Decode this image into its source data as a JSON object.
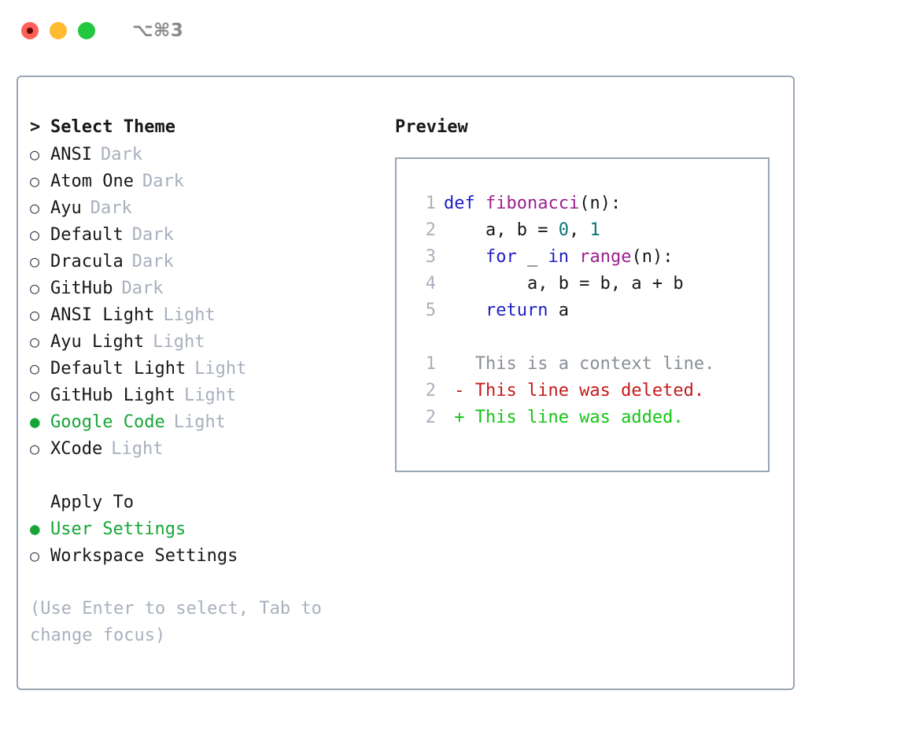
{
  "titlebar": {
    "shortcut": "⌥⌘3",
    "buttons": [
      {
        "name": "close-button",
        "color": "#ff5f57"
      },
      {
        "name": "minimize-button",
        "color": "#febc2e"
      },
      {
        "name": "maximize-button",
        "color": "#23c841"
      }
    ]
  },
  "theme_picker": {
    "caret": ">",
    "title": "Select Theme",
    "marker_selected": "●",
    "marker_unselected": "○",
    "items": [
      {
        "name": "ANSI",
        "category": "Dark",
        "selected": false
      },
      {
        "name": "Atom One",
        "category": "Dark",
        "selected": false
      },
      {
        "name": "Ayu",
        "category": "Dark",
        "selected": false
      },
      {
        "name": "Default",
        "category": "Dark",
        "selected": false
      },
      {
        "name": "Dracula",
        "category": "Dark",
        "selected": false
      },
      {
        "name": "GitHub",
        "category": "Dark",
        "selected": false
      },
      {
        "name": "ANSI Light",
        "category": "Light",
        "selected": false
      },
      {
        "name": "Ayu Light",
        "category": "Light",
        "selected": false
      },
      {
        "name": "Default Light",
        "category": "Light",
        "selected": false
      },
      {
        "name": "GitHub Light",
        "category": "Light",
        "selected": false
      },
      {
        "name": "Google Code",
        "category": "Light",
        "selected": true
      },
      {
        "name": "XCode",
        "category": "Light",
        "selected": false
      }
    ]
  },
  "apply_to": {
    "title": "Apply To",
    "options": [
      {
        "label": "User Settings",
        "selected": true
      },
      {
        "label": "Workspace Settings",
        "selected": false
      }
    ]
  },
  "hint": "(Use Enter to select, Tab to change focus)",
  "preview": {
    "title": "Preview",
    "code_lines": [
      {
        "no": "1",
        "tokens": [
          {
            "t": "def ",
            "c": "kw"
          },
          {
            "t": "fibonacci",
            "c": "fn"
          },
          {
            "t": "(n):",
            "c": "plain"
          }
        ]
      },
      {
        "no": "2",
        "tokens": [
          {
            "t": "    a, b = ",
            "c": "plain"
          },
          {
            "t": "0",
            "c": "num"
          },
          {
            "t": ", ",
            "c": "plain"
          },
          {
            "t": "1",
            "c": "num"
          }
        ]
      },
      {
        "no": "3",
        "tokens": [
          {
            "t": "    ",
            "c": "plain"
          },
          {
            "t": "for",
            "c": "kw"
          },
          {
            "t": " _ ",
            "c": "plain"
          },
          {
            "t": "in",
            "c": "kw"
          },
          {
            "t": " ",
            "c": "plain"
          },
          {
            "t": "range",
            "c": "fn"
          },
          {
            "t": "(n):",
            "c": "plain"
          }
        ]
      },
      {
        "no": "4",
        "tokens": [
          {
            "t": "        a, b = b, a + b",
            "c": "plain"
          }
        ]
      },
      {
        "no": "5",
        "tokens": [
          {
            "t": "    ",
            "c": "plain"
          },
          {
            "t": "return",
            "c": "kw"
          },
          {
            "t": " a",
            "c": "plain"
          }
        ]
      }
    ],
    "diff_lines": [
      {
        "no": "1",
        "sign": " ",
        "text": "This is a context line.",
        "kind": "ctx"
      },
      {
        "no": "2",
        "sign": "-",
        "text": "This line was deleted.",
        "kind": "del"
      },
      {
        "no": "2",
        "sign": "+",
        "text": "This line was added.",
        "kind": "add"
      }
    ]
  },
  "colors": {
    "accent_green": "#16a637",
    "border": "#9aa5b5",
    "muted": "#a8b0bd",
    "keyword": "#1d1dc4",
    "function": "#9b1f8e",
    "number": "#0a7777",
    "diff_add": "#14c414",
    "diff_del": "#c61a1a",
    "diff_ctx": "#8a8f98"
  }
}
